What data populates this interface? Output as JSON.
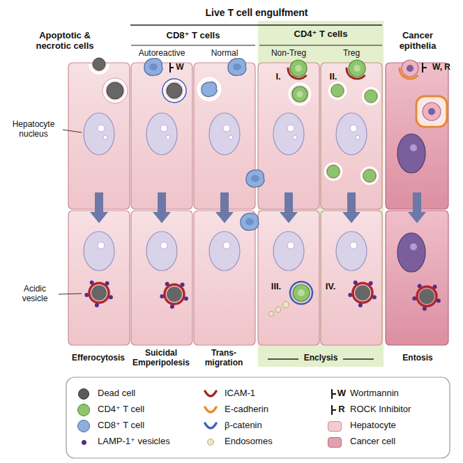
{
  "diagram": {
    "nodes": [
      {
        "text": [
          "CD4⁺ T cells",
          "Non-Treg",
          "Treg",
          "Enclysis"
        ]
      }
    ],
    "labels": [
      "Live T cell engulfment",
      "Apoptotic & necrotic cells",
      "CD8⁺ T cells",
      "Autoreactive",
      "Normal",
      "Cancer epithelia",
      "W",
      "W, R",
      "I.",
      "II.",
      "Hepatocyte nucleus",
      "III.",
      "IV.",
      "Acidic vesicle",
      "Efferocytosis",
      "Suicidal Emperipolesis",
      "Trans-migration",
      "Entosis",
      "W",
      "R"
    ],
    "legend": [
      {
        "text": "Dead cell",
        "color": "#5a5a5a"
      },
      {
        "text": "CD4⁺ T cell",
        "color": "#8fc46f"
      },
      {
        "text": "CD8⁺ T cell",
        "color": "#8eaede"
      },
      {
        "text": "LAMP-1⁺ vesicles",
        "color": "#5a2d82"
      },
      {
        "text": "ICAM-1"
      },
      {
        "text": "E-cadherin"
      },
      {
        "text": "β-catenin"
      },
      {
        "text": "Endosomes",
        "color": "#efe4c8"
      },
      {
        "text": "Wortmannin"
      },
      {
        "text": "ROCK Inhibitor"
      },
      {
        "text": "Hepatocyte",
        "color": "#f3ccd2"
      },
      {
        "text": "Cancer cell",
        "color": "#e2a0b0"
      }
    ]
  }
}
